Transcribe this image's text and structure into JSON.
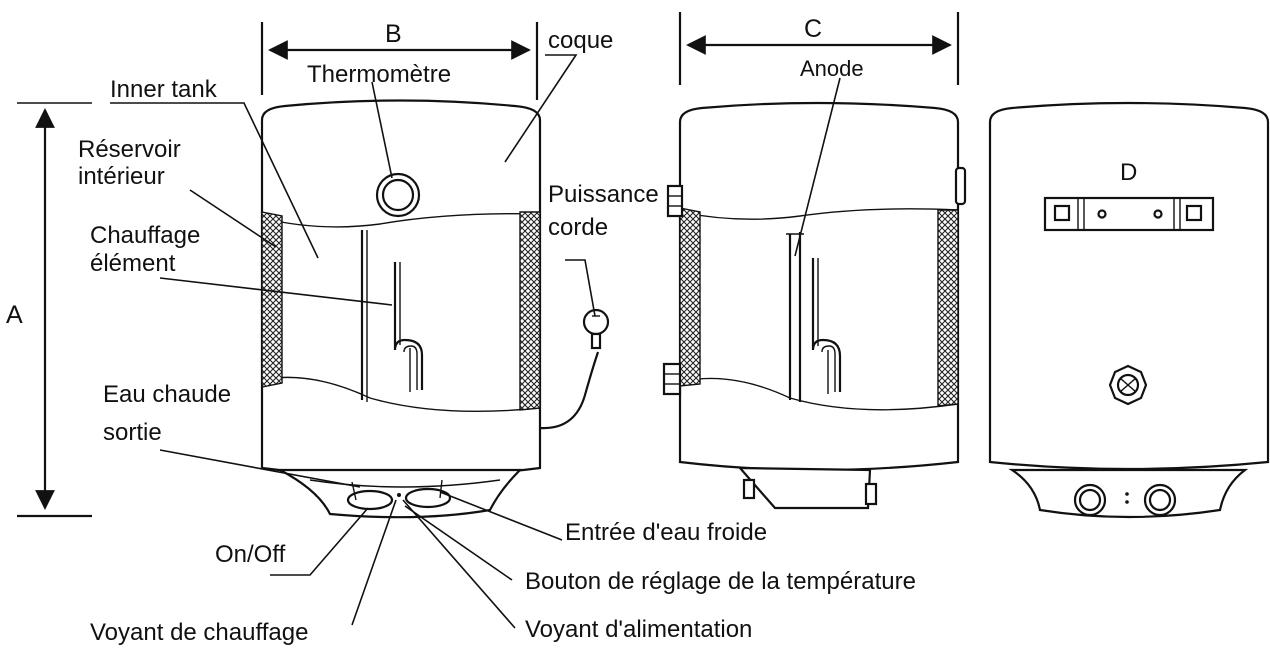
{
  "dimensions": {
    "A": "A",
    "B": "B",
    "C": "C",
    "D": "D"
  },
  "labels": {
    "coque": "coque",
    "inner_tank": "Inner tank",
    "thermometre": "Thermomètre",
    "reservoir_line1": "Réservoir",
    "reservoir_line2": "intérieur",
    "chauffage_line1": "Chauffage",
    "chauffage_line2": "élément",
    "eau_chaude_line1": "Eau chaude",
    "eau_chaude_line2": "sortie",
    "puissance_line1": "Puissance",
    "puissance_line2": "corde",
    "anode": "Anode",
    "entree_eau_froide": "Entrée d'eau froide",
    "on_off": "On/Off",
    "bouton_reglage": "Bouton de réglage de la température",
    "voyant_chauffage": "Voyant de chauffage",
    "voyant_alimentation": "Voyant d'alimentation"
  }
}
